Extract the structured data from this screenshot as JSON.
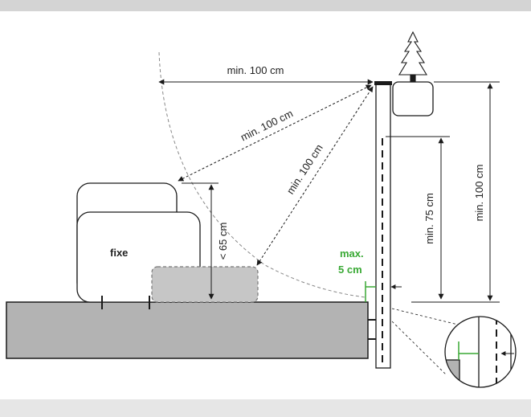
{
  "labels": {
    "horizontal_distance": "min. 100 cm",
    "diagonal_to_object": "min. 100 cm",
    "diagonal_to_ground_object": "min. 100 cm",
    "object_height": "< 65 cm",
    "fence_total_height": "min. 100 cm",
    "fence_barrier_height": "min. 75 cm",
    "gap_max_line1": "max.",
    "gap_max_line2": "5 cm",
    "fixed_object": "fixe"
  },
  "colors": {
    "background": "#e6e6e6",
    "panel": "#ffffff",
    "ground": "#b3b3b3",
    "movable_object": "#c6c6c6",
    "accent_green": "#3aa935",
    "stroke": "#1a1a1a"
  },
  "icons": {
    "tree": "fir-tree-icon",
    "magnifier": "zoom-detail-circle"
  }
}
